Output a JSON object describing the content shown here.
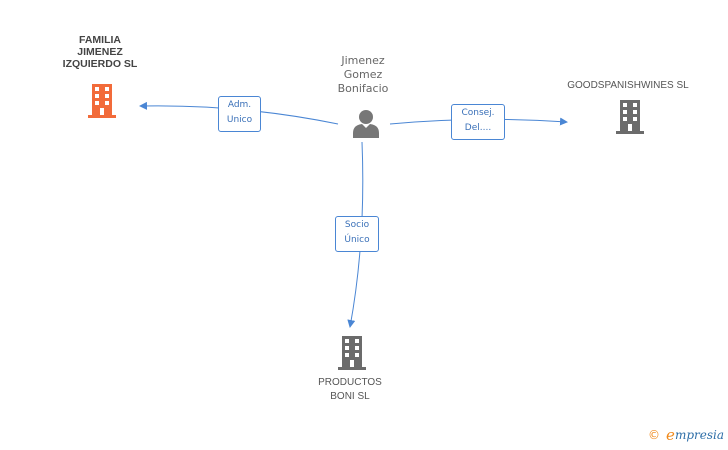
{
  "person": {
    "name_line1": "Jimenez",
    "name_line2": "Gomez",
    "name_line3": "Bonifacio"
  },
  "companies": {
    "familia": {
      "line1": "FAMILIA",
      "line2": "JIMENEZ",
      "line3": "IZQUIERDO SL",
      "color": "#f26b3a"
    },
    "goodspanish": {
      "line1": "GOODSPANISHWINES SL",
      "color": "#6b6b6b"
    },
    "productos": {
      "line1": "PRODUCTOS",
      "line2": "BONI SL",
      "color": "#6b6b6b"
    }
  },
  "relations": {
    "adm": {
      "line1": "Adm.",
      "line2": "Unico"
    },
    "consej": {
      "line1": "Consej.",
      "line2": "Del...."
    },
    "socio": {
      "line1": "Socio",
      "line2": "Único"
    }
  },
  "colors": {
    "edge": "#4a86d4",
    "person_icon": "#777777"
  },
  "footer": {
    "copyright": "©",
    "brand_initial": "e",
    "brand_rest": "mpresia"
  }
}
